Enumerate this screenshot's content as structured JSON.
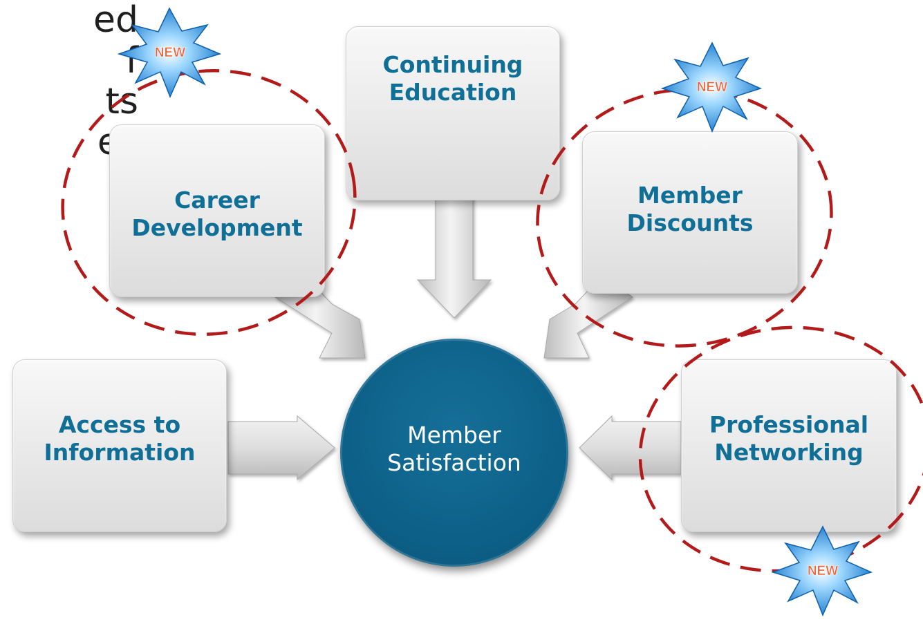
{
  "partial_text": [
    "ed",
    "f",
    "ts",
    "es"
  ],
  "boxes": {
    "continuing_education": [
      "Continuing",
      "Education"
    ],
    "career_development": [
      "Career",
      "Development"
    ],
    "member_discounts": [
      "Member",
      "Discounts"
    ],
    "access_to_information": [
      "Access to",
      "Information"
    ],
    "professional_networking": [
      "Professional",
      "Networking"
    ]
  },
  "center": [
    "Member",
    "Satisfaction"
  ],
  "badge_label": "NEW",
  "colors": {
    "box_text": "#0f6f97",
    "circle": "#0d6189",
    "dashed_ring": "#b31b1b",
    "badge_fill": "#1c8fe0",
    "badge_text": "#f25d2a"
  }
}
